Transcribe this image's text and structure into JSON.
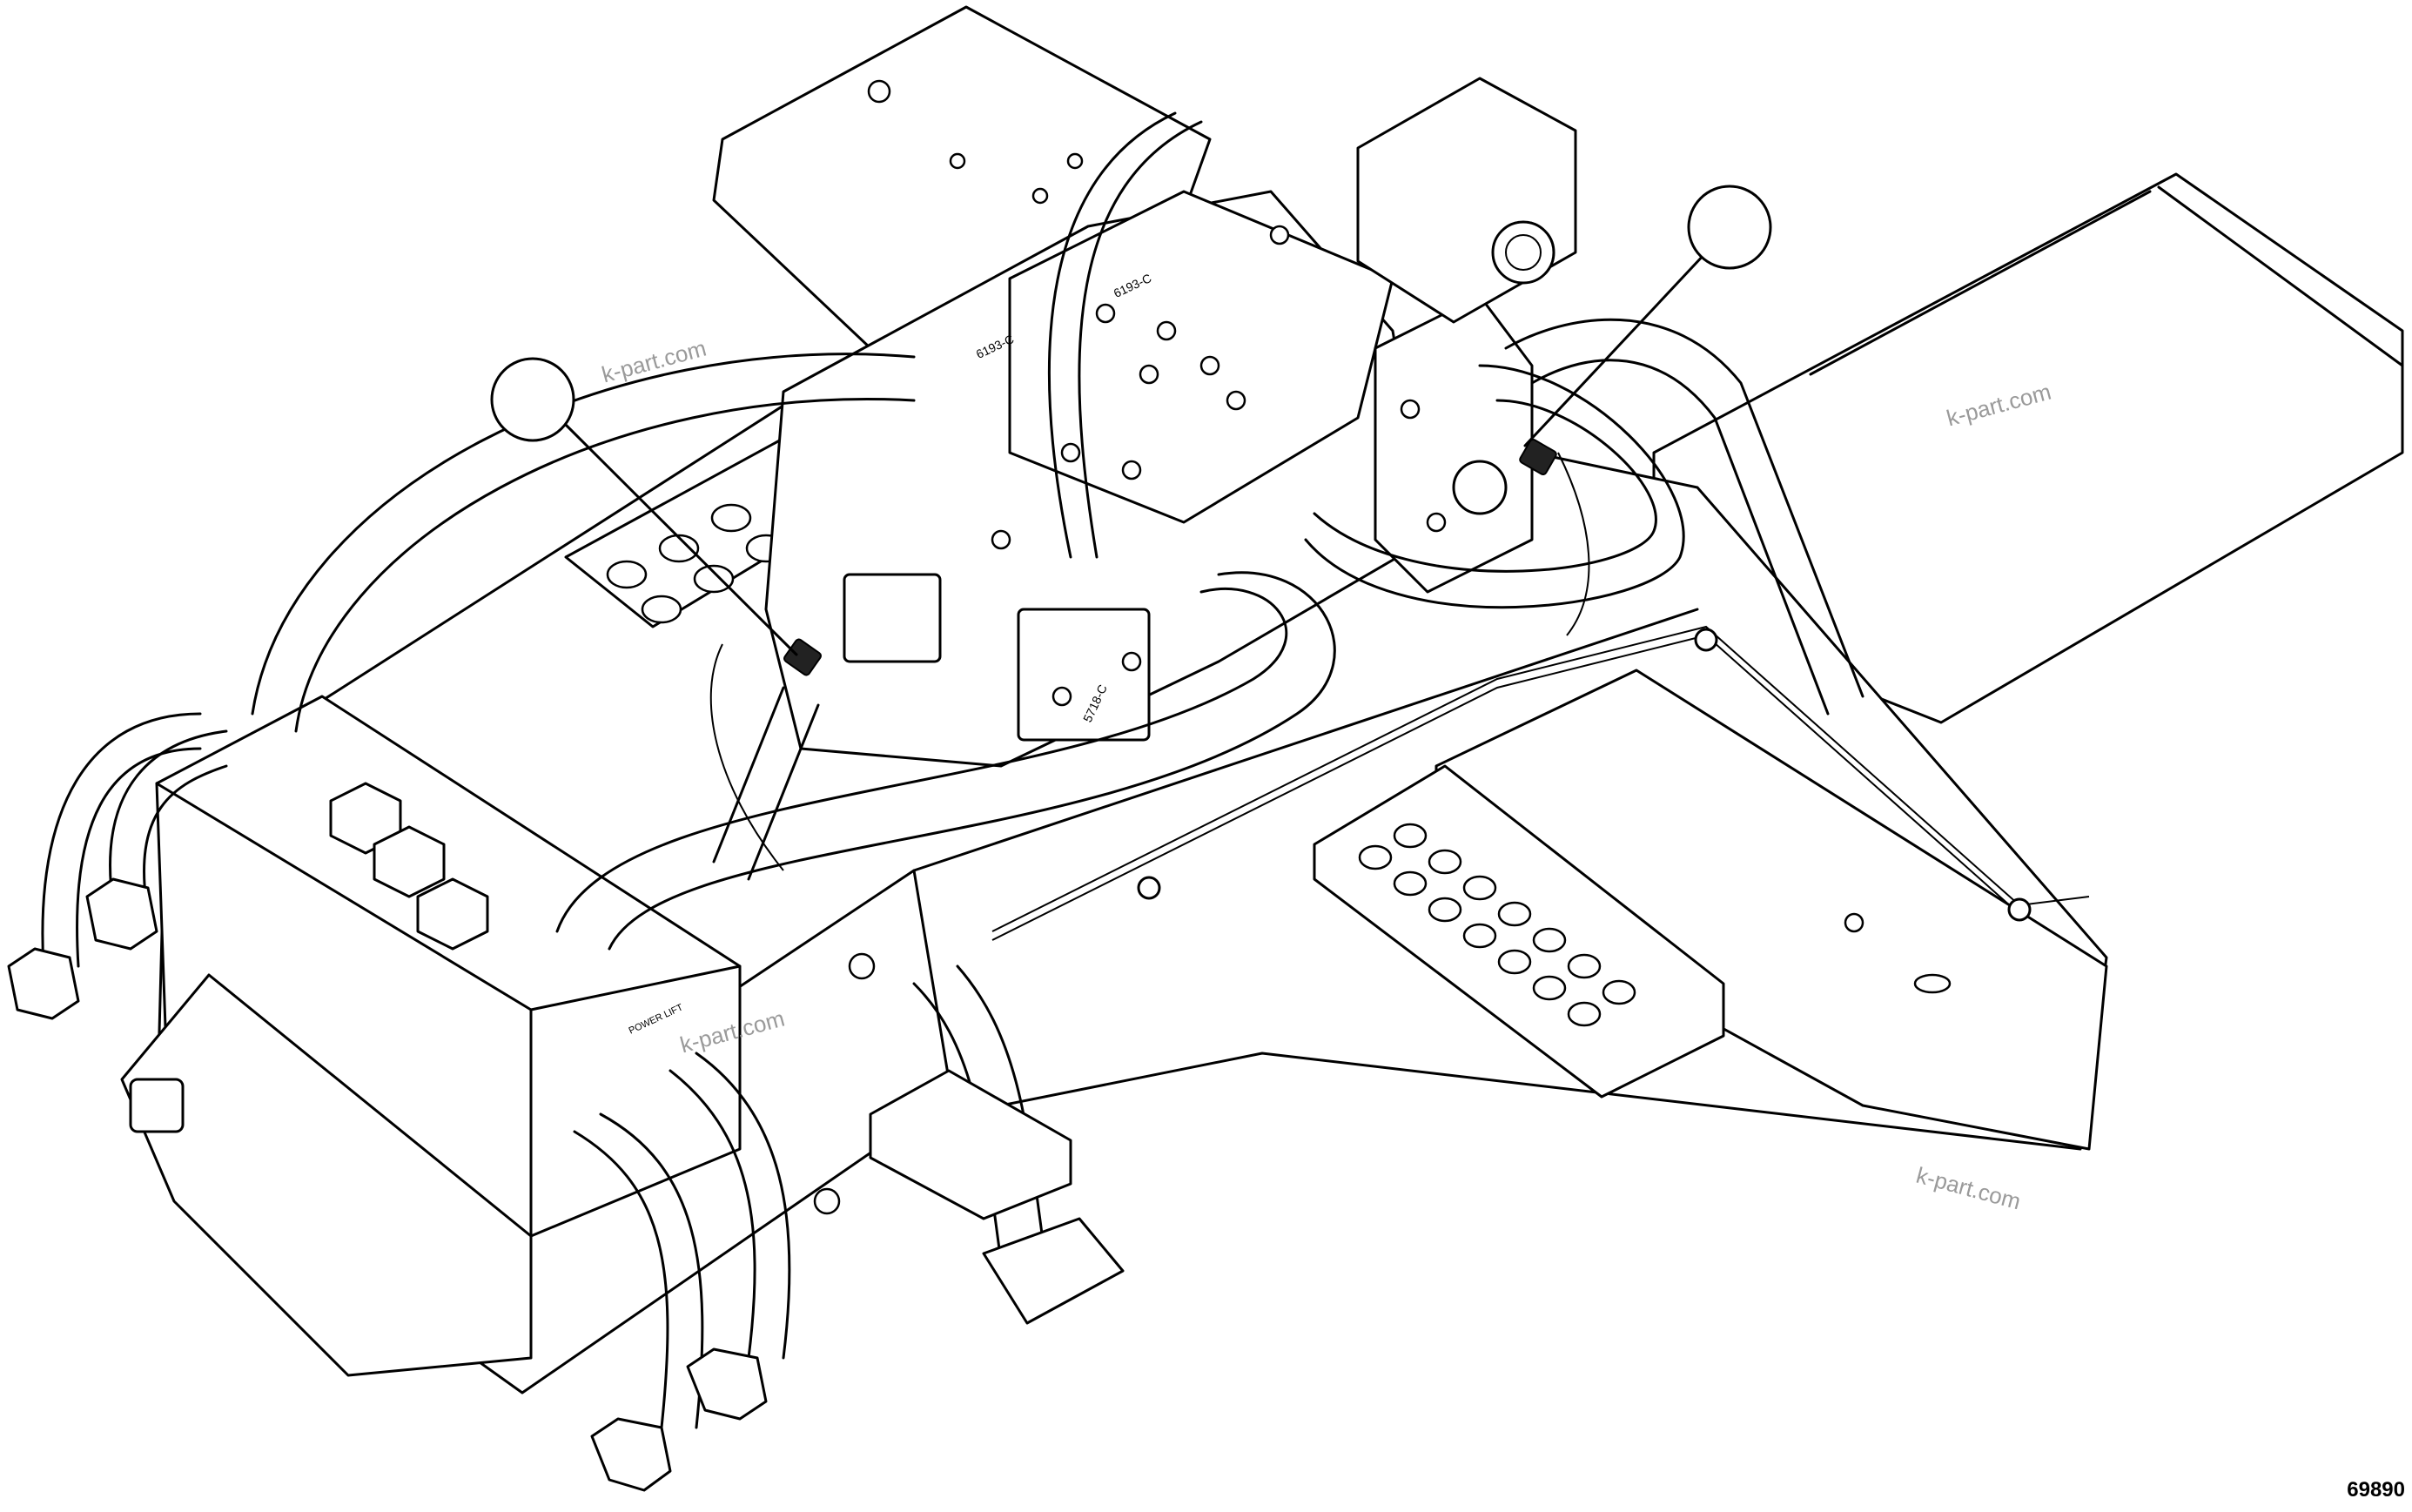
{
  "watermark": "k-part.com",
  "figure_number": "69890",
  "part_labels": {
    "block_a": "6193-C",
    "block_b": "6193-C",
    "block_c": "5718-C",
    "power": "POWER LIFT"
  },
  "callouts": [
    {
      "label": ""
    },
    {
      "label": ""
    }
  ]
}
